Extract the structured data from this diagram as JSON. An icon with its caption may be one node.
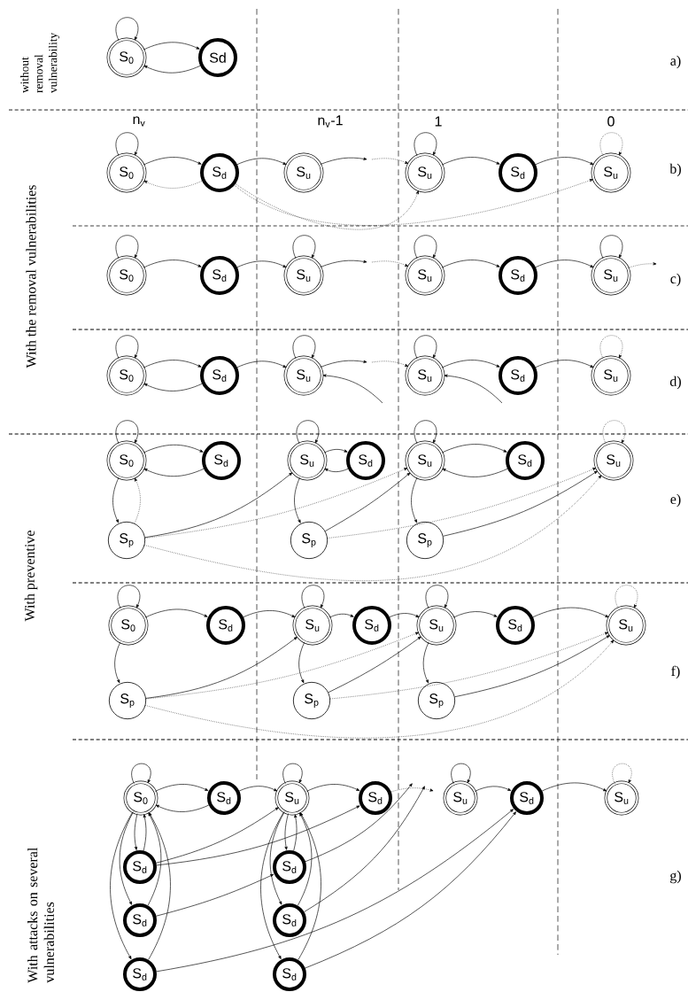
{
  "diagram": {
    "nodes": [
      {
        "text": [
          "S$_{0}$"
        ]
      },
      {
        "text": [
          "Sd"
        ]
      },
      {
        "text": [
          "S$_{0}$"
        ]
      },
      {
        "text": [
          "S$_{d}$"
        ]
      },
      {
        "text": [
          "S$_{u}$"
        ]
      },
      {
        "text": [
          "S$_{u}$"
        ]
      },
      {
        "text": [
          "S$_{d}$"
        ]
      },
      {
        "text": [
          "S$_{u}$"
        ]
      },
      {
        "text": [
          "S$_{0}$"
        ]
      },
      {
        "text": [
          "S$_{d}$"
        ]
      },
      {
        "text": [
          "S$_{u}$"
        ]
      },
      {
        "text": [
          "S$_{u}$"
        ]
      },
      {
        "text": [
          "S$_{d}$"
        ]
      },
      {
        "text": [
          "S$_{u}$"
        ]
      },
      {
        "text": [
          "S$_{0}$"
        ]
      },
      {
        "text": [
          "S$_{d}$"
        ]
      },
      {
        "text": [
          "S$_{u}$"
        ]
      },
      {
        "text": [
          "S$_{u}$"
        ]
      },
      {
        "text": [
          "S$_{d}$"
        ]
      },
      {
        "text": [
          "S$_{u}$"
        ]
      },
      {
        "text": [
          "S$_{0}$"
        ]
      },
      {
        "text": [
          "S$_{d}$"
        ]
      },
      {
        "text": [
          "S$_{u}$"
        ]
      },
      {
        "text": [
          "S$_{d}$"
        ]
      },
      {
        "text": [
          "S$_{u}$"
        ]
      },
      {
        "text": [
          "S$_{d}$"
        ]
      },
      {
        "text": [
          "S$_{u}$"
        ]
      },
      {
        "text": [
          "S$_{p}$"
        ]
      },
      {
        "text": [
          "S$_{p}$"
        ]
      },
      {
        "text": [
          "S$_{p}$"
        ]
      },
      {
        "text": [
          "S$_{0}$"
        ]
      },
      {
        "text": [
          "S$_{d}$"
        ]
      },
      {
        "text": [
          "S$_{u}$"
        ]
      },
      {
        "text": [
          "S$_{d}$"
        ]
      },
      {
        "text": [
          "S$_{u}$"
        ]
      },
      {
        "text": [
          "S$_{d}$"
        ]
      },
      {
        "text": [
          "S$_{u}$"
        ]
      },
      {
        "text": [
          "S$_{p}$"
        ]
      },
      {
        "text": [
          "S$_{p}$"
        ]
      },
      {
        "text": [
          "S$_{p}$"
        ]
      },
      {
        "text": [
          "S$_{0}$"
        ]
      },
      {
        "text": [
          "S$_{d}$"
        ]
      },
      {
        "text": [
          "S$_{u}$"
        ]
      },
      {
        "text": [
          "S$_{d}$"
        ]
      },
      {
        "text": [
          "S$_{u}$"
        ]
      },
      {
        "text": [
          "S$_{d}$"
        ]
      },
      {
        "text": [
          "S$_{u}$"
        ]
      },
      {
        "text": [
          "S$_{d}$"
        ]
      },
      {
        "text": [
          "S$_{d}$"
        ]
      },
      {
        "text": [
          "S$_{d}$"
        ]
      },
      {
        "text": [
          "S$_{d}$"
        ]
      },
      {
        "text": [
          "S$_{d}$"
        ]
      },
      {
        "text": [
          "S$_{d}$"
        ]
      }
    ],
    "edges": [
      {
        "from": 0,
        "to": 0,
        "arrow": "to"
      },
      {
        "from": 0,
        "to": 1,
        "arrow": "to"
      },
      {
        "from": 1,
        "to": 0,
        "arrow": "to"
      },
      {
        "from": 2,
        "to": 2,
        "arrow": "to"
      },
      {
        "from": 2,
        "to": 3,
        "arrow": "to"
      },
      {
        "from": 3,
        "to": 2,
        "arrow": "to",
        "style": "dashed"
      },
      {
        "from": 3,
        "to": 4,
        "arrow": "to"
      },
      {
        "from": 4,
        "to": null,
        "arrow": "to"
      },
      {
        "from": null,
        "to": 5,
        "arrow": "to",
        "style": "dashed"
      },
      {
        "from": 5,
        "to": 5,
        "arrow": "to"
      },
      {
        "from": 5,
        "to": 6,
        "arrow": "to"
      },
      {
        "from": 6,
        "to": 7,
        "arrow": "to"
      },
      {
        "from": 7,
        "to": 7,
        "arrow": "to",
        "style": "dashed"
      },
      {
        "from": 3,
        "to": 5,
        "arrow": "to",
        "style": "dashed"
      },
      {
        "from": 3,
        "to": 7,
        "arrow": "to",
        "style": "dashed"
      },
      {
        "from": 8,
        "to": 8,
        "arrow": "to"
      },
      {
        "from": 8,
        "to": 9,
        "arrow": "to"
      },
      {
        "from": 9,
        "to": 10,
        "arrow": "to"
      },
      {
        "from": 10,
        "to": 10,
        "arrow": "to"
      },
      {
        "from": 10,
        "to": null,
        "arrow": "to"
      },
      {
        "from": null,
        "to": 11,
        "arrow": "to",
        "style": "dashed"
      },
      {
        "from": 11,
        "to": 11,
        "arrow": "to"
      },
      {
        "from": 11,
        "to": 12,
        "arrow": "to"
      },
      {
        "from": 12,
        "to": 13,
        "arrow": "to"
      },
      {
        "from": 13,
        "to": 13,
        "arrow": "to"
      },
      {
        "from": 13,
        "to": null,
        "arrow": "to",
        "style": "dashed"
      },
      {
        "from": 14,
        "to": 14,
        "arrow": "to"
      },
      {
        "from": 14,
        "to": 15,
        "arrow": "to"
      },
      {
        "from": 15,
        "to": 14,
        "arrow": "to"
      },
      {
        "from": 15,
        "to": 16,
        "arrow": "to"
      },
      {
        "from": 16,
        "to": 16,
        "arrow": "to"
      },
      {
        "from": 16,
        "to": null,
        "arrow": "to"
      },
      {
        "from": null,
        "to": 17,
        "arrow": "to",
        "style": "dashed"
      },
      {
        "from": 17,
        "to": 17,
        "arrow": "to"
      },
      {
        "from": 17,
        "to": 18,
        "arrow": "to"
      },
      {
        "from": 18,
        "to": 19,
        "arrow": "to"
      },
      {
        "from": 19,
        "to": 19,
        "arrow": "to",
        "style": "dashed"
      },
      {
        "from": null,
        "to": 16,
        "arrow": "to"
      },
      {
        "from": null,
        "to": 17,
        "arrow": "to"
      },
      {
        "from": 20,
        "to": 20,
        "arrow": "to"
      },
      {
        "from": 20,
        "to": 21,
        "arrow": "to"
      },
      {
        "from": 21,
        "to": 20,
        "arrow": "to"
      },
      {
        "from": 22,
        "to": 22,
        "arrow": "to"
      },
      {
        "from": 22,
        "to": 23,
        "arrow": "to"
      },
      {
        "from": 23,
        "to": 22,
        "arrow": "to"
      },
      {
        "from": 24,
        "to": 24,
        "arrow": "to"
      },
      {
        "from": 24,
        "to": 25,
        "arrow": "to"
      },
      {
        "from": 25,
        "to": 24,
        "arrow": "to"
      },
      {
        "from": 26,
        "to": 26,
        "arrow": "to",
        "style": "dashed"
      },
      {
        "from": 20,
        "to": 27,
        "arrow": "to"
      },
      {
        "from": 27,
        "to": 20,
        "arrow": "to",
        "style": "dashed"
      },
      {
        "from": 22,
        "to": 28,
        "arrow": "to"
      },
      {
        "from": 24,
        "to": 29,
        "arrow": "to"
      },
      {
        "from": 27,
        "to": 22,
        "arrow": "to"
      },
      {
        "from": 27,
        "to": 24,
        "arrow": "to",
        "style": "dashed"
      },
      {
        "from": 27,
        "to": 26,
        "arrow": "to",
        "style": "dashed"
      },
      {
        "from": 28,
        "to": 24,
        "arrow": "to"
      },
      {
        "from": 28,
        "to": 26,
        "arrow": "to",
        "style": "dashed"
      },
      {
        "from": 29,
        "to": 26,
        "arrow": "to"
      },
      {
        "from": 30,
        "to": 30,
        "arrow": "to"
      },
      {
        "from": 30,
        "to": 31,
        "arrow": "to"
      },
      {
        "from": 31,
        "to": 32,
        "arrow": "to"
      },
      {
        "from": 32,
        "to": 32,
        "arrow": "to"
      },
      {
        "from": 32,
        "to": 33,
        "arrow": "to"
      },
      {
        "from": 33,
        "to": 34,
        "arrow": "to"
      },
      {
        "from": 34,
        "to": 34,
        "arrow": "to"
      },
      {
        "from": 34,
        "to": 35,
        "arrow": "to"
      },
      {
        "from": 35,
        "to": 36,
        "arrow": "to"
      },
      {
        "from": 36,
        "to": 36,
        "arrow": "to",
        "style": "dashed"
      },
      {
        "from": 30,
        "to": 37,
        "arrow": "to"
      },
      {
        "from": 32,
        "to": 38,
        "arrow": "to"
      },
      {
        "from": 34,
        "to": 39,
        "arrow": "to"
      },
      {
        "from": 37,
        "to": 32,
        "arrow": "to"
      },
      {
        "from": 37,
        "to": 34,
        "arrow": "to",
        "style": "dashed"
      },
      {
        "from": 37,
        "to": 36,
        "arrow": "to",
        "style": "dashed"
      },
      {
        "from": 38,
        "to": 34,
        "arrow": "to"
      },
      {
        "from": 38,
        "to": 36,
        "arrow": "to",
        "style": "dashed"
      },
      {
        "from": 39,
        "to": 36,
        "arrow": "to"
      },
      {
        "from": 40,
        "to": 40,
        "arrow": "to"
      },
      {
        "from": 40,
        "to": 41,
        "arrow": "to"
      },
      {
        "from": 41,
        "to": 40,
        "arrow": "to"
      },
      {
        "from": 41,
        "to": 42,
        "arrow": "to"
      },
      {
        "from": 42,
        "to": 42,
        "arrow": "to"
      },
      {
        "from": 42,
        "to": 43,
        "arrow": "to"
      },
      {
        "from": 43,
        "to": null,
        "arrow": "to",
        "style": "dashed"
      },
      {
        "from": 44,
        "to": 44,
        "arrow": "to"
      },
      {
        "from": 44,
        "to": 45,
        "arrow": "to"
      },
      {
        "from": 45,
        "to": 46,
        "arrow": "to"
      },
      {
        "from": 46,
        "to": 46,
        "arrow": "to",
        "style": "dashed"
      },
      {
        "from": 40,
        "to": 47,
        "arrow": "to"
      },
      {
        "from": 47,
        "to": 40,
        "arrow": "to"
      },
      {
        "from": 40,
        "to": 48,
        "arrow": "to"
      },
      {
        "from": 48,
        "to": 40,
        "arrow": "to"
      },
      {
        "from": 40,
        "to": 49,
        "arrow": "to"
      },
      {
        "from": 49,
        "to": 40,
        "arrow": "to"
      },
      {
        "from": 42,
        "to": 50,
        "arrow": "to"
      },
      {
        "from": 50,
        "to": 42,
        "arrow": "to"
      },
      {
        "from": 42,
        "to": 51,
        "arrow": "to"
      },
      {
        "from": 51,
        "to": 42,
        "arrow": "to"
      },
      {
        "from": 42,
        "to": 52,
        "arrow": "to"
      },
      {
        "from": 52,
        "to": 42,
        "arrow": "to"
      },
      {
        "from": 47,
        "to": 42,
        "arrow": "to"
      },
      {
        "from": 47,
        "to": 43,
        "arrow": "to"
      },
      {
        "from": 48,
        "to": 50,
        "arrow": "to"
      },
      {
        "from": 50,
        "to": null,
        "arrow": "to"
      },
      {
        "from": 51,
        "to": null,
        "arrow": "to"
      },
      {
        "from": 49,
        "to": 45,
        "arrow": "to"
      },
      {
        "from": 52,
        "to": 45,
        "arrow": "to"
      }
    ],
    "labels": [
      "without removal vulnerability",
      "a)",
      "n$_{v}$",
      "n$_{v}$-1",
      "1",
      "0",
      "With the removal vulnerabilities",
      "b)",
      "c)",
      "d)",
      "With preventive",
      "e)",
      "f)",
      "With attacks on several vulnerabilities",
      "g)"
    ]
  }
}
